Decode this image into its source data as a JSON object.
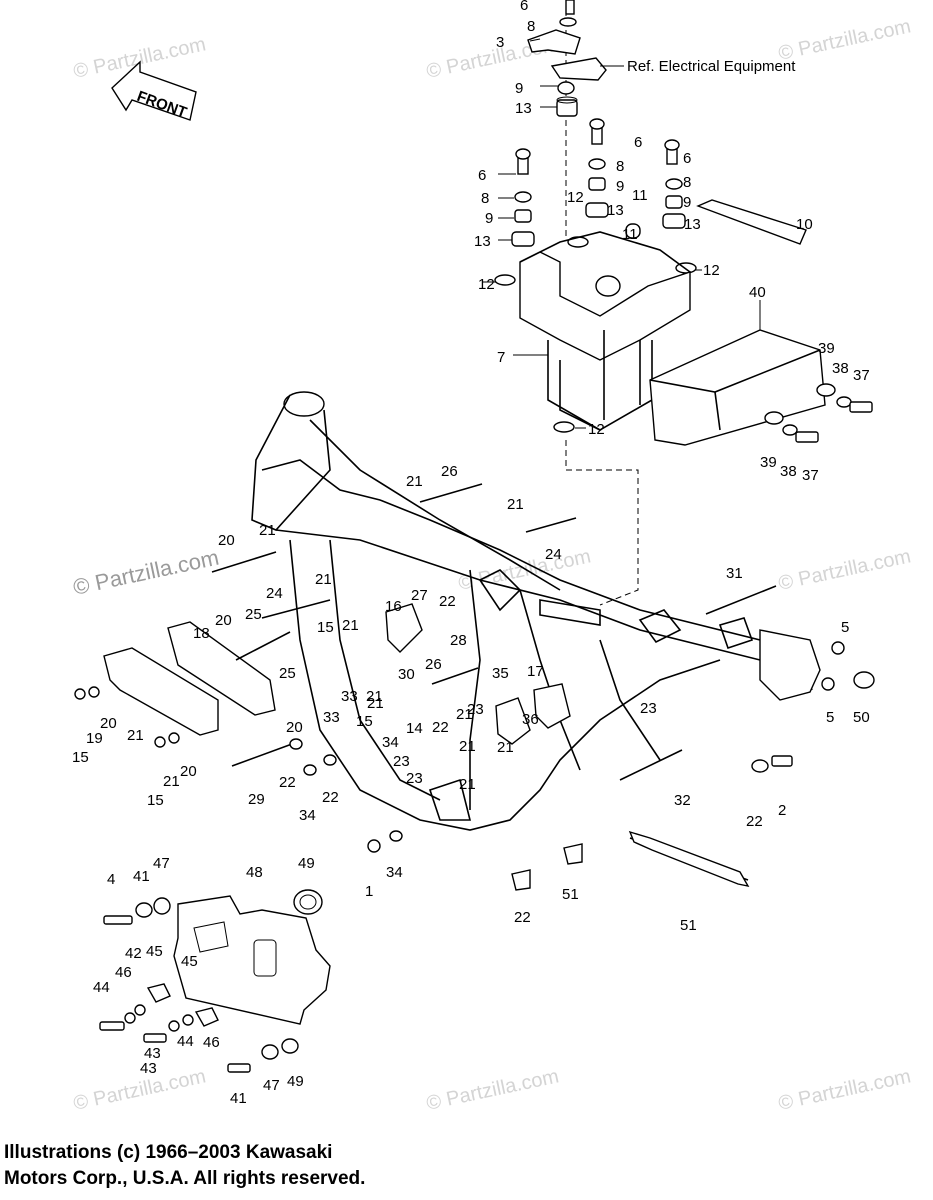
{
  "front_label": "FRONT",
  "ref_label": "Ref.   Electrical Equipment",
  "copyright": {
    "line1": "Illustrations (c) 1966–2003 Kawasaki",
    "line2": "Motors Corp., U.S.A.  All rights reserved."
  },
  "watermarks": {
    "site": "© Partzilla.com",
    "site_prominent": "© Partzilla.com"
  },
  "callouts": [
    "6",
    "8",
    "3",
    "9",
    "13",
    "6",
    "8",
    "9",
    "13",
    "6",
    "8",
    "9",
    "13",
    "6",
    "8",
    "9",
    "13",
    "12",
    "11",
    "11",
    "12",
    "12",
    "10",
    "40",
    "7",
    "39",
    "38",
    "37",
    "12",
    "39",
    "38",
    "37",
    "26",
    "21",
    "21",
    "24",
    "20",
    "21",
    "24",
    "25",
    "18",
    "20",
    "21",
    "31",
    "16",
    "27",
    "22",
    "15",
    "21",
    "28",
    "26",
    "30",
    "5",
    "5",
    "50",
    "35",
    "17",
    "25",
    "33",
    "21",
    "15",
    "33",
    "21",
    "15",
    "19",
    "21",
    "20",
    "20",
    "36",
    "22",
    "23",
    "14",
    "21",
    "23",
    "34",
    "21",
    "22",
    "23",
    "21",
    "29",
    "22",
    "23",
    "21",
    "15",
    "21",
    "20",
    "32",
    "34",
    "22",
    "2",
    "1",
    "34",
    "22",
    "51",
    "51",
    "4",
    "41",
    "47",
    "49",
    "48",
    "42",
    "45",
    "46",
    "44",
    "43",
    "44",
    "45",
    "46",
    "43",
    "41",
    "47",
    "49"
  ]
}
